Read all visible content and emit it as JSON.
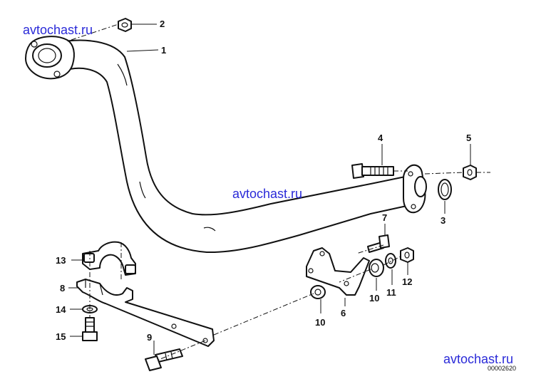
{
  "watermarks": {
    "top_left": "avtochast.ru",
    "center": "avtochast.ru",
    "bottom_right": "avtochast.ru"
  },
  "drawing_code": "00002620",
  "callouts": {
    "c1": "1",
    "c2": "2",
    "c3": "3",
    "c4": "4",
    "c5": "5",
    "c6": "6",
    "c7": "7",
    "c8": "8",
    "c9": "9",
    "c10a": "10",
    "c10b": "10",
    "c11": "11",
    "c12": "12",
    "c13": "13",
    "c14": "14",
    "c15": "15"
  }
}
